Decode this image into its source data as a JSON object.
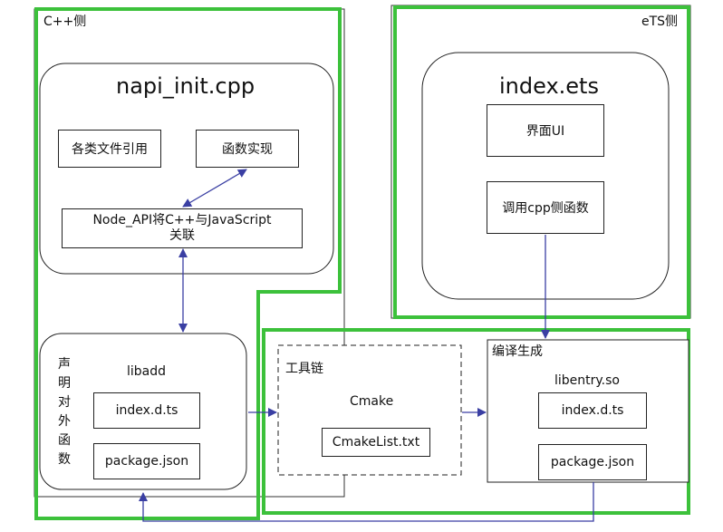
{
  "cpp_side": {
    "label": "C++侧",
    "napi_file": {
      "title": "napi_init.cpp",
      "includes": "各类文件引用",
      "impl": "函数实现",
      "bridge_line1": "Node_API将C++与JavaScript",
      "bridge_line2": "关联"
    },
    "libadd": {
      "side_label": "声明对外函数",
      "title": "libadd",
      "file1": "index.d.ts",
      "file2": "package.json"
    }
  },
  "ets_side": {
    "label": "eTS侧",
    "file": {
      "title": "index.ets",
      "ui": "界面UI",
      "call": "调用cpp侧函数"
    }
  },
  "toolchain": {
    "label": "工具链",
    "tool": "Cmake",
    "file": "CmakeList.txt"
  },
  "build_output": {
    "label": "编译生成",
    "lib": "libentry.so",
    "file1": "index.d.ts",
    "file2": "package.json"
  },
  "colors": {
    "green": "#3cc13b",
    "arrow": "#3a3fa3",
    "border": "#222222"
  }
}
